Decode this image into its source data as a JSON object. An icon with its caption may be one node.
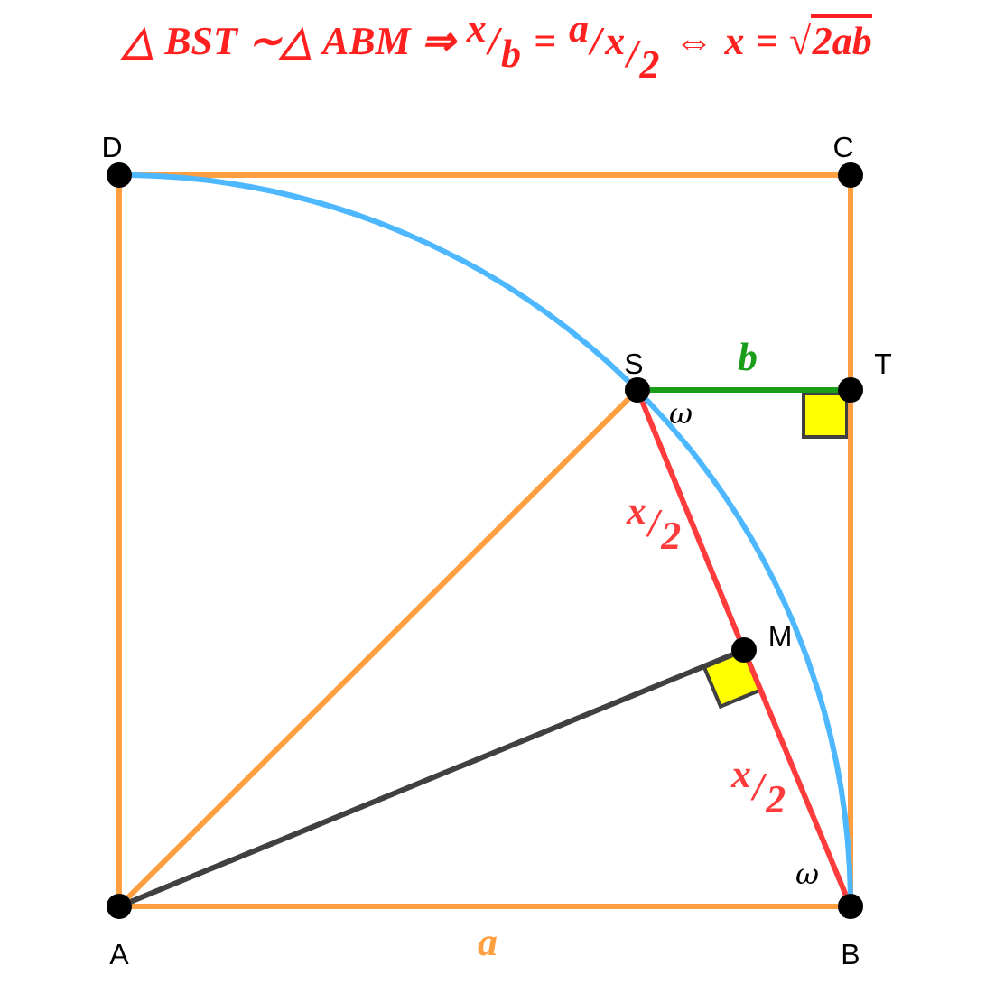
{
  "diagram": {
    "title": "△ BST ∼△ ABM ⇒ x/b = a/x/2 ⇔ x = √2ab",
    "nodes": [
      {
        "text": [
          "D"
        ]
      },
      {
        "text": [
          "C"
        ]
      },
      {
        "text": [
          "S"
        ]
      },
      {
        "text": [
          "T"
        ]
      },
      {
        "text": [
          "M"
        ]
      },
      {
        "text": [
          "A"
        ]
      },
      {
        "text": [
          "B"
        ]
      }
    ],
    "edges": [
      {
        "from": 0,
        "to": 1,
        "arrow": "none"
      },
      {
        "from": 1,
        "to": 3,
        "arrow": "none"
      },
      {
        "from": 3,
        "to": 6,
        "arrow": "none"
      },
      {
        "from": 5,
        "to": 6,
        "arrow": "none",
        "label": "a"
      },
      {
        "from": 0,
        "to": 5,
        "arrow": "none"
      },
      {
        "from": 5,
        "to": 2,
        "arrow": "none"
      },
      {
        "from": 2,
        "to": 3,
        "arrow": "none",
        "label": "b",
        "color": "#1a9e1a"
      },
      {
        "from": 2,
        "to": 4,
        "arrow": "none",
        "label": "x/2",
        "color": "#ff3b3b"
      },
      {
        "from": 4,
        "to": 6,
        "arrow": "none",
        "label": "x/2",
        "color": "#ff3b3b"
      },
      {
        "from": 5,
        "to": 4,
        "arrow": "none",
        "color": "#404040"
      },
      {
        "from": 0,
        "to": 2,
        "arrow": "none",
        "color": "#4db8ff"
      },
      {
        "from": 2,
        "to": 6,
        "arrow": "none",
        "color": "#4db8ff"
      }
    ],
    "labels": [
      "ω",
      "ω"
    ]
  }
}
